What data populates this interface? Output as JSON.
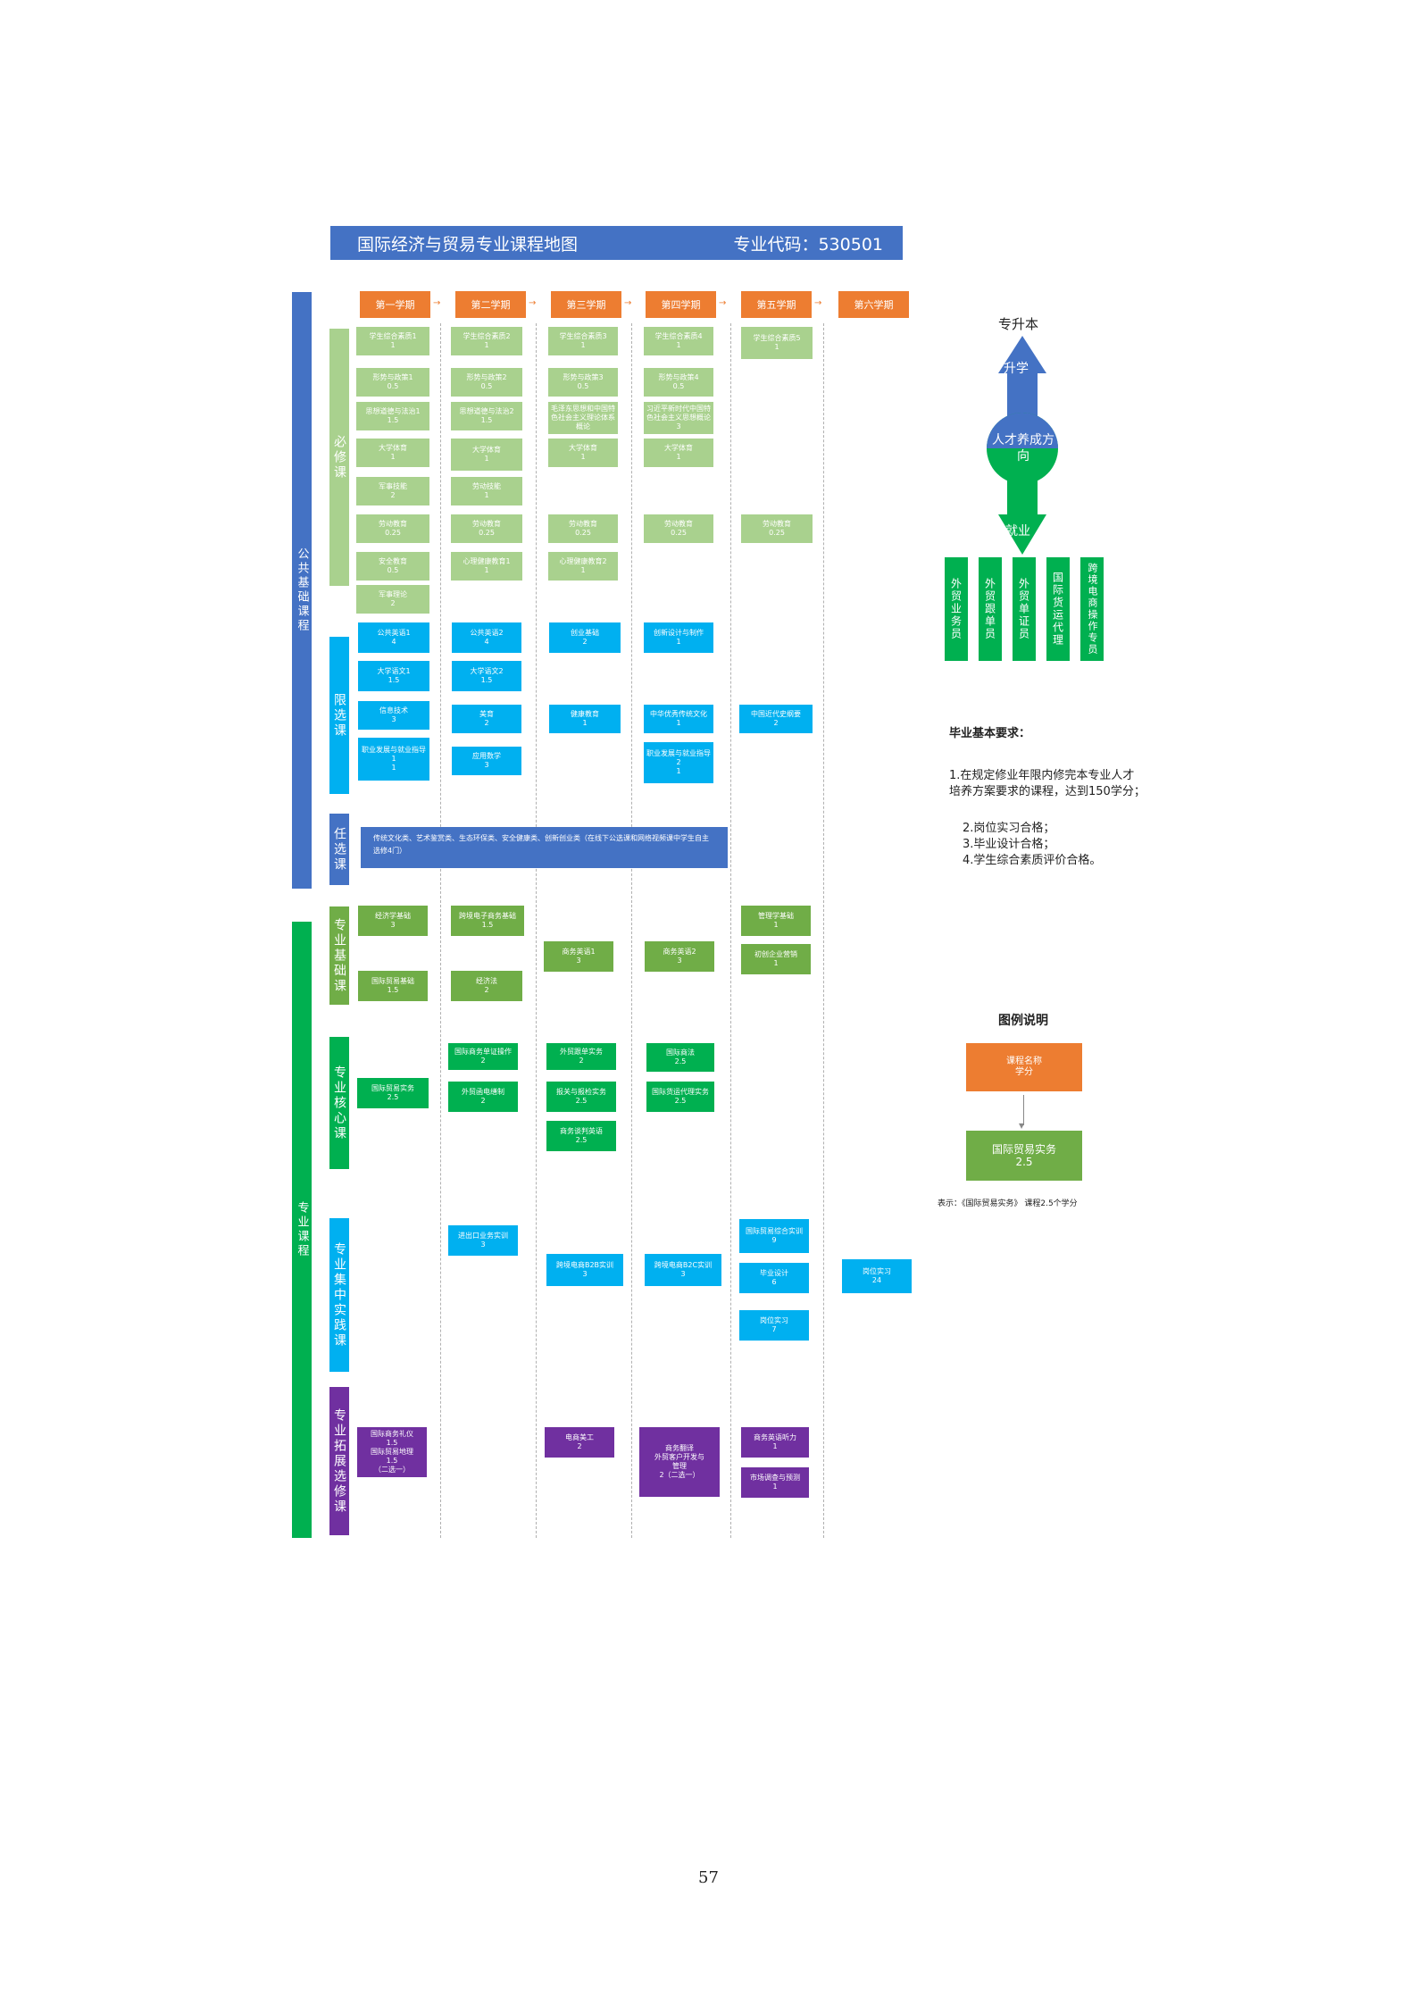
{
  "header": {
    "title": "国际经济与贸易专业课程地图",
    "code": "专业代码：530501"
  },
  "semesters": [
    "第一学期",
    "第二学期",
    "第三学期",
    "第四学期",
    "第五学期",
    "第六学期"
  ],
  "groups": {
    "public": "公共基础课程",
    "major": "专业课程"
  },
  "categories": {
    "required": "必修课",
    "limited": "限选课",
    "optional": "任选课",
    "major_basic": "专业基础课",
    "major_core": "专业核心课",
    "practice": "专业集中实践课",
    "extension": "专业拓展选修课"
  },
  "courses": {
    "r1": [
      {
        "n": "学生综合素质1",
        "c": "1"
      },
      {
        "n": "形势与政策1",
        "c": "0.5"
      },
      {
        "n": "思想道德与法治1",
        "c": "1.5"
      },
      {
        "n": "大学体育",
        "c": "1"
      },
      {
        "n": "军事技能",
        "c": "2"
      },
      {
        "n": "劳动教育",
        "c": "0.25"
      },
      {
        "n": "安全教育",
        "c": "0.5"
      },
      {
        "n": "军事理论",
        "c": "2"
      }
    ],
    "r2": [
      {
        "n": "学生综合素质2",
        "c": "1"
      },
      {
        "n": "形势与政策2",
        "c": "0.5"
      },
      {
        "n": "思想道德与法治2",
        "c": "1.5"
      },
      {
        "n": "大学体育",
        "c": "1"
      },
      {
        "n": "劳动技能",
        "c": "1"
      },
      {
        "n": "劳动教育",
        "c": "0.25"
      },
      {
        "n": "心理健康教育1",
        "c": "1"
      }
    ],
    "r3": [
      {
        "n": "学生综合素质3",
        "c": "1"
      },
      {
        "n": "形势与政策3",
        "c": "0.5"
      },
      {
        "n": "毛泽东思想和中国特色社会主义理论体系概论",
        "c": ""
      },
      {
        "n": "大学体育",
        "c": "1"
      },
      {
        "n": "劳动教育",
        "c": "0.25"
      },
      {
        "n": "心理健康教育2",
        "c": "1"
      }
    ],
    "r4": [
      {
        "n": "学生综合素质4",
        "c": "1"
      },
      {
        "n": "形势与政策4",
        "c": "0.5"
      },
      {
        "n": "习近平新时代中国特色社会主义思想概论",
        "c": "3"
      },
      {
        "n": "大学体育",
        "c": "1"
      },
      {
        "n": "劳动教育",
        "c": "0.25"
      }
    ],
    "r5": [
      {
        "n": "学生综合素质5",
        "c": "1"
      },
      {
        "n": "劳动教育",
        "c": "0.25"
      }
    ],
    "l1": [
      {
        "n": "公共英语1",
        "c": "4"
      },
      {
        "n": "大学语文1",
        "c": "1.5"
      },
      {
        "n": "信息技术",
        "c": "3"
      },
      {
        "n": "职业发展与就业指导1",
        "c": "1"
      }
    ],
    "l2": [
      {
        "n": "公共英语2",
        "c": "4"
      },
      {
        "n": "大学语文2",
        "c": "1.5"
      },
      {
        "n": "美育",
        "c": "2"
      },
      {
        "n": "应用数学",
        "c": "3"
      }
    ],
    "l3": [
      {
        "n": "创业基础",
        "c": "2"
      },
      {
        "n": "健康教育",
        "c": "1"
      }
    ],
    "l4": [
      {
        "n": "创新设计与制作",
        "c": "1"
      },
      {
        "n": "中华优秀传统文化",
        "c": "1"
      },
      {
        "n": "职业发展与就业指导2",
        "c": "1"
      }
    ],
    "l5": [
      {
        "n": "中国近代史纲要",
        "c": "2"
      }
    ],
    "elective": "传统文化类、艺术鉴赏类、生态环保类、安全健康类、创新创业类（在线下公选课和网络视频课中学生自主选修4门）",
    "b1": [
      {
        "n": "经济学基础",
        "c": "3"
      },
      {
        "n": "国际贸易基础",
        "c": "1.5"
      }
    ],
    "b2": [
      {
        "n": "跨境电子商务基础",
        "c": "1.5"
      },
      {
        "n": "经济法",
        "c": "2"
      }
    ],
    "b3": [
      {
        "n": "商务英语1",
        "c": "3"
      }
    ],
    "b4": [
      {
        "n": "商务英语2",
        "c": "3"
      }
    ],
    "b5": [
      {
        "n": "管理学基础",
        "c": "1"
      },
      {
        "n": "初创企业营销",
        "c": "1"
      }
    ],
    "c1": [
      {
        "n": "国际贸易实务",
        "c": "2.5"
      }
    ],
    "c2": [
      {
        "n": "国际商务单证操作",
        "c": "2"
      },
      {
        "n": "外贸函电缮制",
        "c": "2"
      }
    ],
    "c3": [
      {
        "n": "外贸跟单实务",
        "c": "2"
      },
      {
        "n": "报关与报检实务",
        "c": "2.5"
      },
      {
        "n": "商务谈判英语",
        "c": "2.5"
      }
    ],
    "c4": [
      {
        "n": "国际商法",
        "c": "2.5"
      },
      {
        "n": "国际货运代理实务",
        "c": "2.5"
      }
    ],
    "p2": [
      {
        "n": "进出口业务实训",
        "c": "3"
      }
    ],
    "p3": [
      {
        "n": "跨境电商B2B实训",
        "c": "3"
      }
    ],
    "p4": [
      {
        "n": "跨境电商B2C实训",
        "c": "3"
      }
    ],
    "p5": [
      {
        "n": "国际贸易综合实训",
        "c": "9"
      },
      {
        "n": "毕业设计",
        "c": "6"
      },
      {
        "n": "岗位实习",
        "c": "7"
      }
    ],
    "p6": [
      {
        "n": "岗位实习",
        "c": "24"
      }
    ],
    "e1": {
      "lines": [
        "国际商务礼仪",
        "1.5",
        "国际贸易地理",
        "1.5",
        "（二选一）"
      ]
    },
    "e3": [
      {
        "n": "电商美工",
        "c": "2"
      }
    ],
    "e4": {
      "lines": [
        "商务翻译",
        "外贸客户开发与",
        "管理",
        "2（二选一）"
      ]
    },
    "e5": [
      {
        "n": "商务英语听力",
        "c": "1"
      },
      {
        "n": "市场调查与预测",
        "c": "1"
      }
    ]
  },
  "right": {
    "upgrade": "专升本",
    "up_label": "升学",
    "direction": "人才养成方向",
    "employ": "就业",
    "jobs": [
      "外贸业务员",
      "外贸跟单员",
      "外贸单证员",
      "国际货运代理",
      "跨境电商操作专员"
    ],
    "req_title": "毕业基本要求：",
    "req_lines": [
      "1.在规定修业年限内修完本专业人才培养方案要求的课程，达到150学分；",
      "2.岗位实习合格；",
      "3.毕业设计合格；",
      "4.学生综合素质评价合格。"
    ],
    "legend_title": "图例说明",
    "legend_top": [
      "课程名称",
      "学分"
    ],
    "legend_bottom": [
      "国际贸易实务",
      "2.5"
    ],
    "legend_note": "表示：《国际贸易实务》 课程2.5个学分"
  },
  "page_number": "57",
  "colors": {
    "blue_header": "#4472c4",
    "orange": "#ed7d31",
    "light_green": "#a9d18e",
    "cyan": "#00b0f0",
    "green": "#00b050",
    "olive_green": "#70ad47",
    "purple": "#7030a0"
  }
}
